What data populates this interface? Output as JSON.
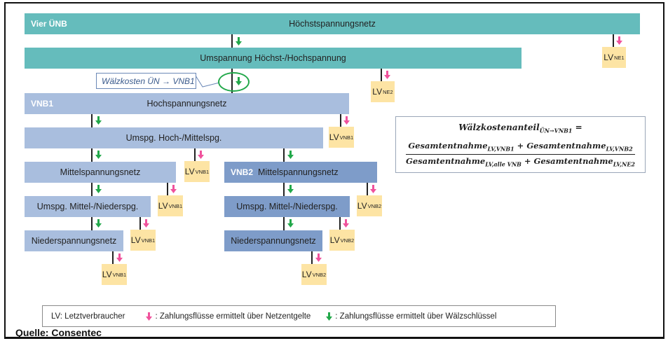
{
  "colors": {
    "tso_bar": "#65bcbc",
    "vnb1_bar": "#a9bede",
    "vnb2_bar": "#7e9cc9",
    "lv_box": "#fde4a4",
    "arrow_netzentgelte": "#f0529c",
    "arrow_waelzschluessel": "#22a84a"
  },
  "tso": {
    "tag": "Vier ÜNB",
    "level1": "Höchstspannungsnetz",
    "level2": "Umspannung Höchst-/Hochspannung"
  },
  "callout": "Wälzkosten ÜN → VNB1",
  "vnb1": {
    "tag": "VNB1",
    "levels": [
      "Hochspannungsnetz",
      "Umspg. Hoch-/Mittelspg.",
      "Mittelspannungsnetz",
      "Umspg. Mittel-/Niederspg.",
      "Niederspannungsnetz"
    ]
  },
  "vnb2": {
    "tag": "VNB2",
    "levels": [
      "Mittelspannungsnetz",
      "Umspg. Mittel-/Niederspg.",
      "Niederspannungsnetz"
    ]
  },
  "lv": {
    "prefix": "LV",
    "ne1": "NE1",
    "ne2": "NE2",
    "vnb1": "VNB1",
    "vnb2": "VNB2"
  },
  "formula": {
    "title": "Wälzkostenanteil",
    "title_sub": "ÜN→VNB1",
    "equals": " =",
    "term": "Gesamtentnahme",
    "num_sub1": "LV,VNB1",
    "num_sub2": "LV,VNB2",
    "den_sub1": "LV,alle VNB",
    "den_sub2": "LV,NE2",
    "plus": " + "
  },
  "legend": {
    "lv_label": "LV: Letztverbraucher",
    "pink_label": ": Zahlungsflüsse ermittelt über Netzentgelte",
    "green_label": ": Zahlungsflüsse ermittelt über Wälzschlüssel"
  },
  "source": "Quelle: Consentec"
}
